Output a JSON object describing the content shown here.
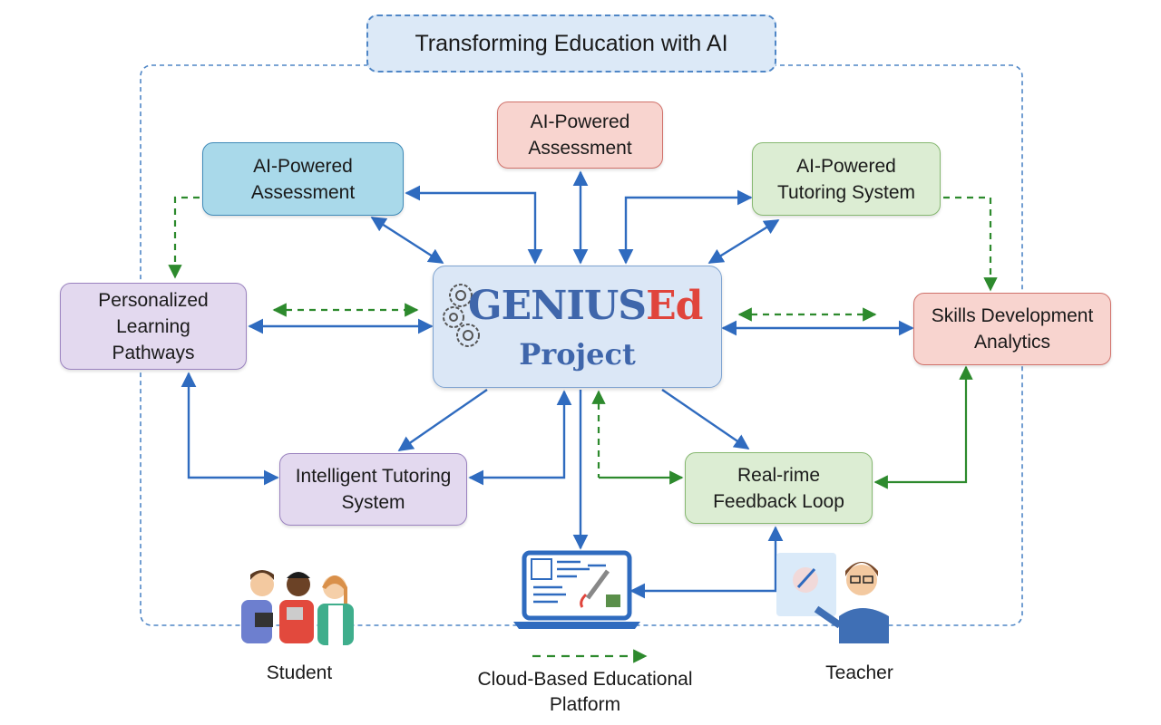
{
  "title": "Transforming Education with AI",
  "center": {
    "brand_main": "GENIUS",
    "brand_accent": "Ed",
    "subtitle": "Project"
  },
  "nodes": {
    "assessment_blue": "AI-Powered\nAssessment",
    "assessment_red": "AI-Powered\nAssessment",
    "tutoring_green": "AI-Powered\nTutoring System",
    "pathways": "Personalized\nLearning\nPathways",
    "skills": "Skills Development\nAnalytics",
    "intelligent": "Intelligent Tutoring\nSystem",
    "feedback": "Real-rime\nFeedback Loop"
  },
  "actors": {
    "student": "Student",
    "teacher": "Teacher"
  },
  "legend": {
    "label": "Cloud-Based Educational\nPlatform"
  },
  "colors": {
    "blue_arrow": "#2f6bbf",
    "green_arrow": "#2d8a2d",
    "accent_red": "#e0453c"
  }
}
